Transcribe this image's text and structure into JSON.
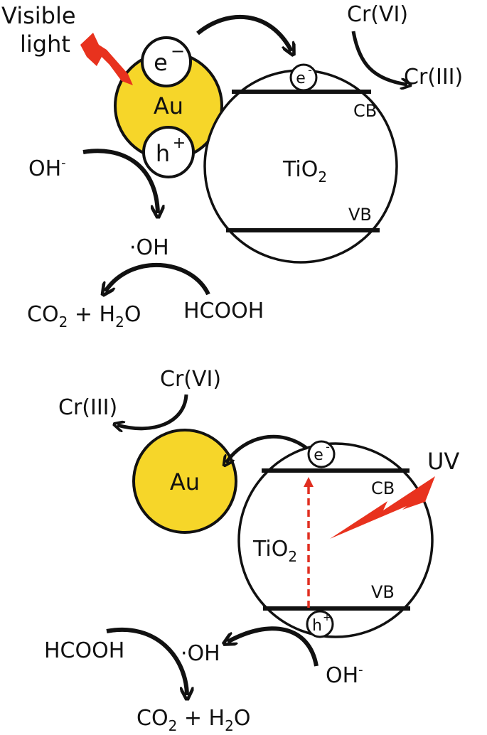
{
  "colors": {
    "gold": "#F6D629",
    "lightning": "#E8321E",
    "stroke": "#111111",
    "dashed_arrow": "#E02E20"
  },
  "top_panel": {
    "light_label_line1": "Visible",
    "light_label_line2": "light",
    "electron": "e",
    "electron_sup": "−",
    "hole": "h",
    "hole_sup": "+",
    "au": "Au",
    "tio2_main": "TiO",
    "tio2_sub": "2",
    "cb": "CB",
    "vb": "VB",
    "cb_electron": "e",
    "cb_electron_sup": "-",
    "cr6": "Cr(VI)",
    "cr3": "Cr(III)",
    "oh_minus": "OH",
    "oh_minus_sup": "-",
    "oh_radical": "·OH",
    "hcooh": "HCOOH",
    "co2": "CO",
    "co2_sub": "2",
    "plus_h": " + H",
    "h2o_sub": "2",
    "h2o_o": "O"
  },
  "bottom_panel": {
    "cr6": "Cr(VI)",
    "cr3": "Cr(III)",
    "au": "Au",
    "uv": "UV",
    "cb": "CB",
    "vb": "VB",
    "tio2_main": "TiO",
    "tio2_sub": "2",
    "cb_electron": "e",
    "cb_electron_sup": "-",
    "vb_hole": "h",
    "vb_hole_sup": "+",
    "hcooh": "HCOOH",
    "oh_radical": "·OH",
    "oh_minus": "OH",
    "oh_minus_sup": "-",
    "co2": "CO",
    "co2_sub": "2",
    "plus_h": " + H",
    "h2o_sub": "2",
    "h2o_o": "O"
  }
}
